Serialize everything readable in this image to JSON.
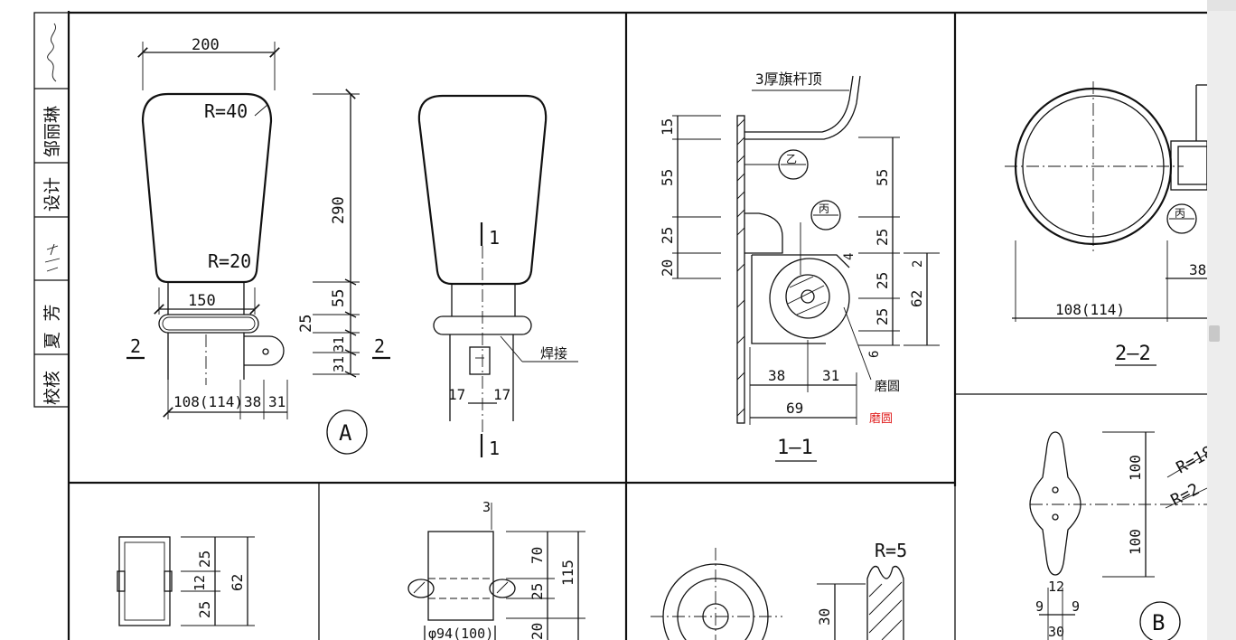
{
  "title_block": {
    "items": [
      "校核",
      "夏 芳",
      "设计",
      "邹丽琳"
    ],
    "signatures": [
      "sign-top",
      "sign-mid"
    ]
  },
  "detail_a": {
    "dim_200": "200",
    "r40": "R=40",
    "r20": "R=20",
    "dim_150": "150",
    "dim_108": "108(114)",
    "dim_38": "38",
    "dim_31": "31",
    "dim_290": "290",
    "dim_55": "55",
    "dim_25": "25",
    "dim_31b": "31",
    "dim_31c": "31",
    "sec_2_left": "2",
    "sec_2_right": "2",
    "label": "A",
    "sec_1_top": "1",
    "sec_1_bottom": "1",
    "weld": "焊接",
    "dim_17a": "17",
    "dim_17b": "17"
  },
  "section_1_1": {
    "note_top": "3厚旗杆顶",
    "tag_yi": "乙",
    "tag_bing": "丙",
    "dim_15": "15",
    "dim_55": "55",
    "dim_25": "25",
    "dim_20": "20",
    "dim_55r": "55",
    "dim_25r": "25",
    "dim_4": "4",
    "dim_2": "2",
    "dim_25r2": "25",
    "dim_62": "62",
    "dim_25r3": "25",
    "dim_6": "6",
    "dim_38": "38",
    "dim_31": "31",
    "dim_69": "69",
    "note_grind": "磨圆",
    "note_grind_red": "磨圆",
    "label": "1—1"
  },
  "section_2_2": {
    "dim_108": "108(114)",
    "dim_38": "38",
    "tag_bing": "丙",
    "label": "2—2"
  },
  "detail_b": {
    "dim_100a": "100",
    "dim_100b": "100",
    "r_top": "R=18",
    "r_bot": "R=2",
    "dim_12": "12",
    "dim_9a": "9",
    "dim_9b": "9",
    "dim_30": "30",
    "label": "B"
  },
  "bottom_1": {
    "dim_25a": "25",
    "dim_12": "12",
    "dim_25b": "25",
    "dim_62": "62"
  },
  "bottom_2": {
    "dim_3": "3",
    "dim_70": "70",
    "dim_25": "25",
    "dim_115": "115",
    "dim_20": "20",
    "dim_dia": "φ94(100)"
  },
  "bottom_3": {
    "r5": "R=5",
    "dim_30": "30"
  },
  "colors": {
    "line": "#111111",
    "accent_red": "#e02020",
    "paper": "#ffffff",
    "scrollbar": "#ededed"
  }
}
